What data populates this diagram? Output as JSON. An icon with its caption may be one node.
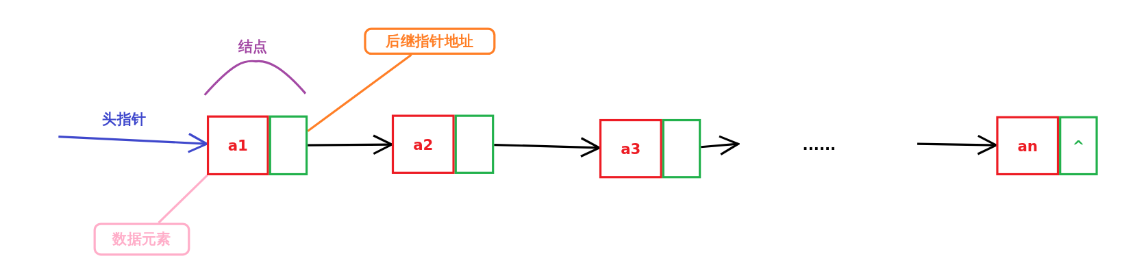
{
  "diagram": {
    "nodes": [
      {
        "text": [
          "a1"
        ]
      },
      {
        "text": [],
        "shape": "box"
      },
      {
        "text": [
          "a2"
        ]
      },
      {
        "text": [],
        "shape": "box"
      },
      {
        "text": [
          "a3"
        ]
      },
      {
        "text": [],
        "shape": "box"
      },
      {
        "text": [
          "an"
        ]
      },
      {
        "text": [
          "^"
        ]
      },
      {
        "text": [
          "后继指针地址"
        ]
      },
      {
        "text": [
          "数据元素"
        ]
      }
    ],
    "edges": [
      {
        "from": null,
        "to": 0,
        "arrow": "to",
        "label": "头指针",
        "color": "#3f48cc"
      },
      {
        "from": 1,
        "to": 2,
        "arrow": "to"
      },
      {
        "from": 3,
        "to": 4,
        "arrow": "to"
      },
      {
        "from": 5,
        "to": null,
        "arrow": "to"
      },
      {
        "from": null,
        "to": 6,
        "arrow": "to"
      },
      {
        "from": 8,
        "to": 1,
        "arrow": "none",
        "color": "#ff7f27"
      },
      {
        "from": 9,
        "to": 0,
        "arrow": "none",
        "color": "#ffaec9"
      }
    ],
    "labels": [
      "结点",
      "......"
    ]
  }
}
